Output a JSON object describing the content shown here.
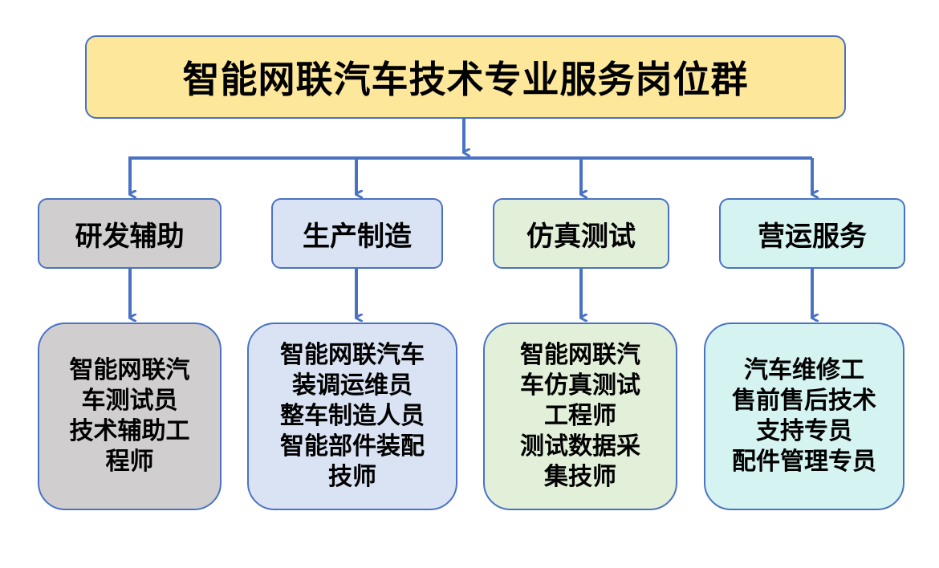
{
  "title": "智能网联汽车技术专业服务岗位群",
  "colors": {
    "title_fill": "#fde79b",
    "border": "#4a72c4",
    "connector": "#4a72c4",
    "col1_fill": "#d0cece",
    "col2_fill": "#dae3f3",
    "col3_fill": "#e2f0d9",
    "col4_fill": "#d5f4f1"
  },
  "columns": [
    {
      "category": "研发辅助",
      "role_lines": [
        "智能网联汽",
        "车测试员",
        "技术辅助工",
        "程师"
      ]
    },
    {
      "category": "生产制造",
      "role_lines": [
        "智能网联汽车",
        "装调运维员",
        "整车制造人员",
        "智能部件装配",
        "技师"
      ]
    },
    {
      "category": "仿真测试",
      "role_lines": [
        "智能网联汽",
        "车仿真测试",
        "工程师",
        "测试数据采",
        "集技师"
      ]
    },
    {
      "category": "营运服务",
      "role_lines": [
        "汽车维修工",
        "售前售后技术",
        "支持专员",
        "配件管理专员"
      ]
    }
  ]
}
